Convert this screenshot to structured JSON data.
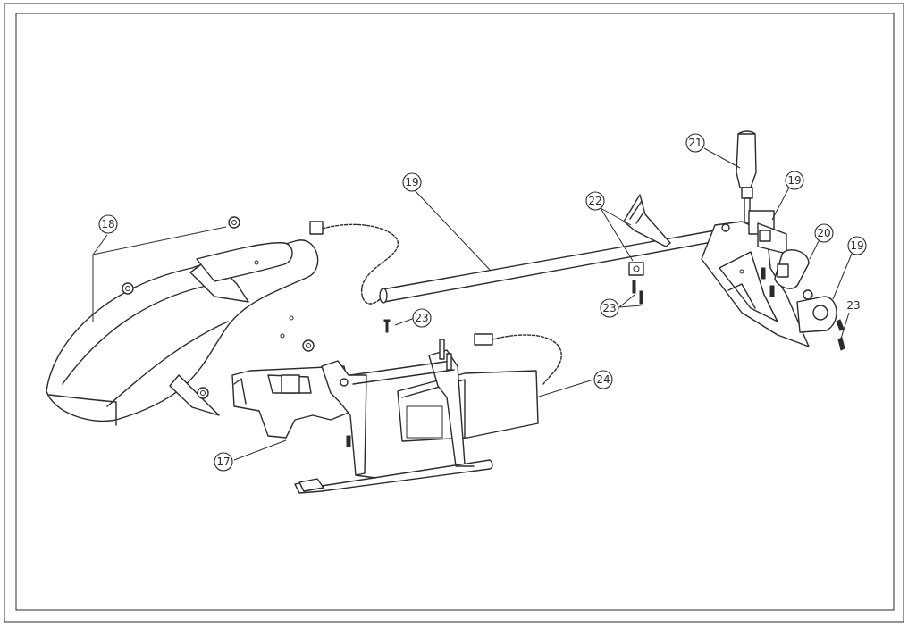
{
  "callouts": [
    {
      "id": "c18",
      "label": "18"
    },
    {
      "id": "c19a",
      "label": "19"
    },
    {
      "id": "c21",
      "label": "21"
    },
    {
      "id": "c22",
      "label": "22"
    },
    {
      "id": "c19b",
      "label": "19"
    },
    {
      "id": "c20",
      "label": "20"
    },
    {
      "id": "c19c",
      "label": "19"
    },
    {
      "id": "c23a",
      "label": "23"
    },
    {
      "id": "c23b",
      "label": "23"
    },
    {
      "id": "c23c",
      "label": "23"
    },
    {
      "id": "c24",
      "label": "24"
    },
    {
      "id": "c17",
      "label": "17"
    }
  ]
}
